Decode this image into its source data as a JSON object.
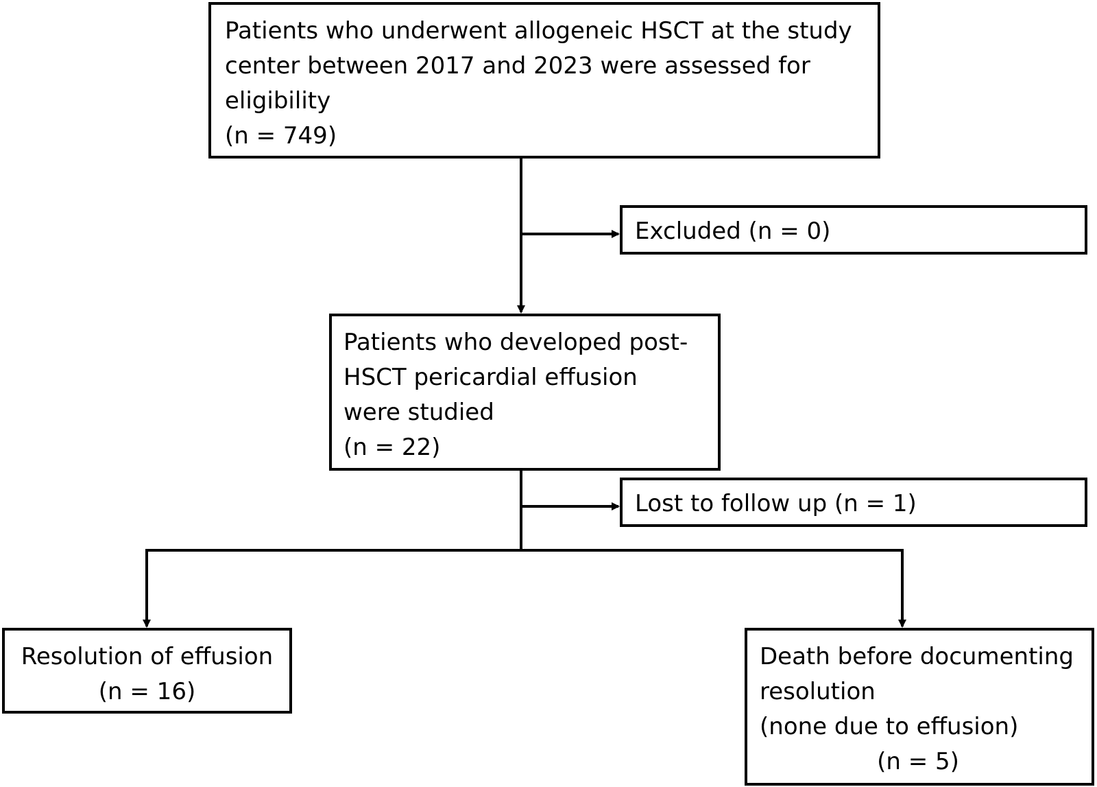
{
  "flowchart": {
    "assessed": {
      "lines": [
        "Patients who underwent allogeneic HSCT at the study",
        "center between 2017 and 2023 were assessed for",
        "eligibility",
        "(n = 749)"
      ]
    },
    "excluded": {
      "label": "Excluded (n = 0)"
    },
    "studied": {
      "lines": [
        "Patients who developed post-",
        "HSCT pericardial effusion",
        "were studied",
        "(n = 22)"
      ]
    },
    "lost": {
      "label": "Lost to follow up (n = 1)"
    },
    "resolution": {
      "lines": [
        "Resolution of effusion",
        "(n = 16)"
      ]
    },
    "death": {
      "lines": [
        "Death before documenting",
        "resolution",
        "(none due to effusion)",
        "(n = 5)"
      ]
    }
  },
  "colors": {
    "stroke": "#000000",
    "background": "#ffffff"
  }
}
